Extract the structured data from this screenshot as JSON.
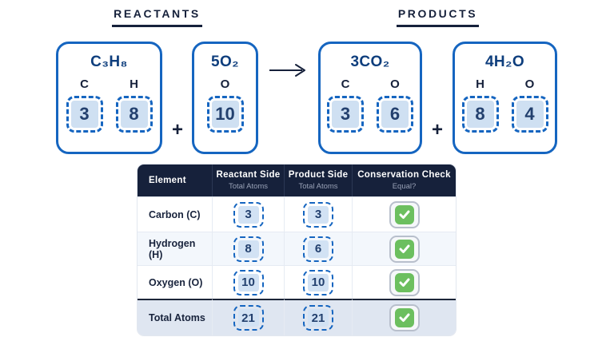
{
  "headings": {
    "reactants": "REACTANTS",
    "products": "PRODUCTS"
  },
  "symbols": {
    "plus": "+"
  },
  "cards": [
    {
      "formula": "C₃H₈",
      "atoms": [
        {
          "symbol": "C",
          "count": "3"
        },
        {
          "symbol": "H",
          "count": "8"
        }
      ]
    },
    {
      "formula": "5O₂",
      "atoms": [
        {
          "symbol": "O",
          "count": "10"
        }
      ]
    },
    {
      "formula": "3CO₂",
      "atoms": [
        {
          "symbol": "C",
          "count": "3"
        },
        {
          "symbol": "O",
          "count": "6"
        }
      ]
    },
    {
      "formula": "4H₂O",
      "atoms": [
        {
          "symbol": "H",
          "count": "8"
        },
        {
          "symbol": "O",
          "count": "4"
        }
      ]
    }
  ],
  "table": {
    "headers": [
      {
        "label": "Element",
        "sublabel": ""
      },
      {
        "label": "Reactant Side",
        "sublabel": "Total Atoms"
      },
      {
        "label": "Product Side",
        "sublabel": "Total Atoms"
      },
      {
        "label": "Conservation Check",
        "sublabel": "Equal?"
      }
    ],
    "rows": [
      {
        "element": "Carbon (C)",
        "reactant": "3",
        "product": "3",
        "equal": true
      },
      {
        "element": "Hydrogen (H)",
        "reactant": "8",
        "product": "6",
        "equal": true
      },
      {
        "element": "Oxygen (O)",
        "reactant": "10",
        "product": "10",
        "equal": true
      },
      {
        "element": "Total Atoms",
        "reactant": "21",
        "product": "21",
        "equal": true
      }
    ]
  },
  "colors": {
    "navy": "#16213B",
    "blue": "#1565C0",
    "chip_fill": "#CFE0F2",
    "check_green": "#6CBF5F"
  }
}
